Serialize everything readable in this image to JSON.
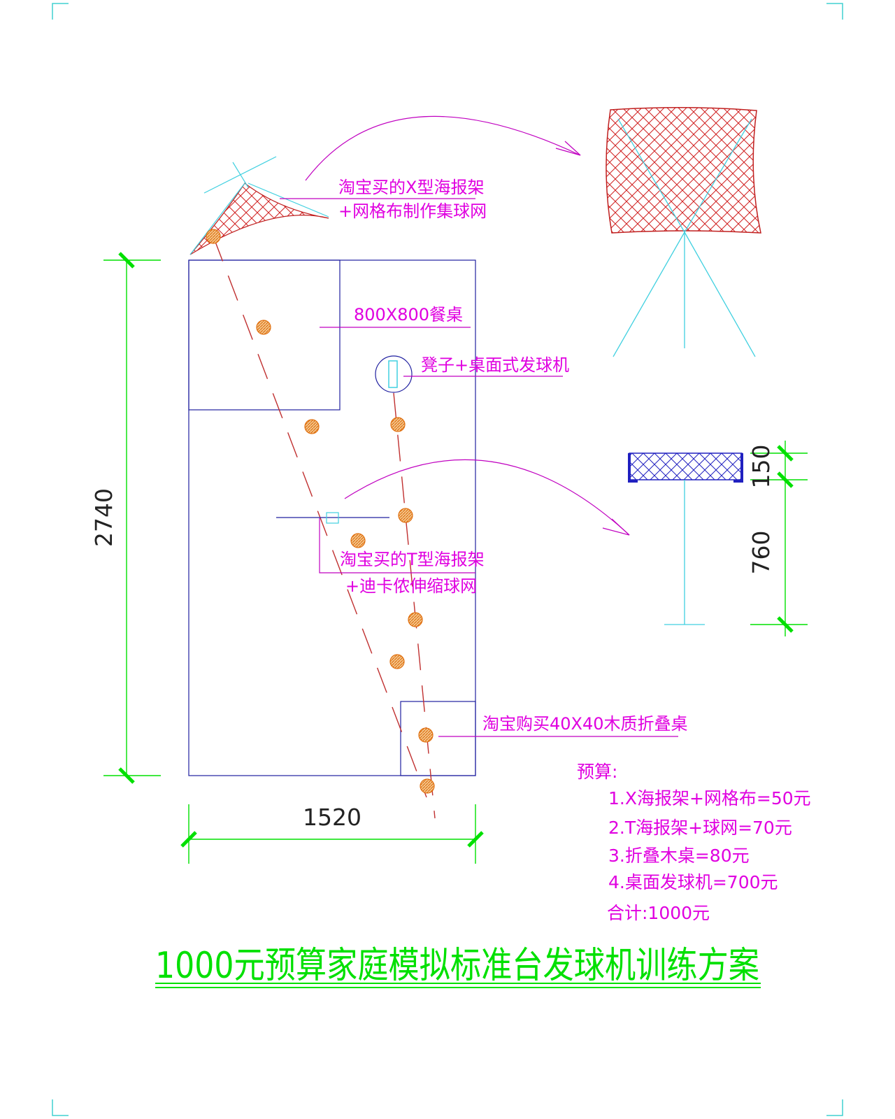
{
  "labels": {
    "x_stand": "淘宝买的X型海报架",
    "x_stand_net": "+网格布制作集球网",
    "dining_table": "800X800餐桌",
    "stool_machine": "凳子+桌面式发球机",
    "t_stand": "淘宝买的T型海报架",
    "t_stand_net": "+迪卡侬伸缩球网",
    "folding_table": "淘宝购买40X40木质折叠桌"
  },
  "dimensions": {
    "height": "2740",
    "width": "1520",
    "net_height": "150",
    "table_height": "760"
  },
  "budget": {
    "heading": "预算:",
    "items": [
      "1.X海报架+网格布=50元",
      "2.T海报架+球网=70元",
      "3.折叠木桌=80元",
      "4.桌面发球机=700元"
    ],
    "total": "合计:1000元"
  },
  "title": "1000元预算家庭模拟标准台发球机训练方案",
  "colors": {
    "outline": "#2020a0",
    "label": "#e000e0",
    "dimension": "#00e000",
    "cyan": "#40e0e0",
    "net": "#d02020",
    "ball": "#e08020",
    "trajectory": "#c03030"
  }
}
